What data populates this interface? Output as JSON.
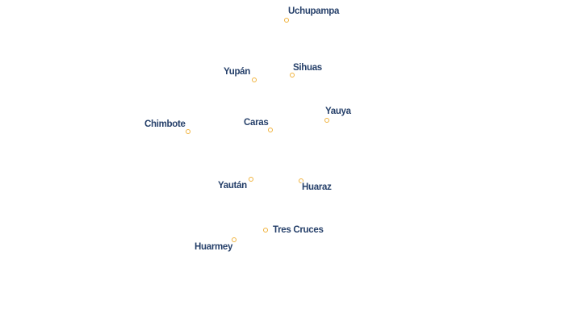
{
  "map": {
    "marker_color": "#f0b23c",
    "label_color": "#26406a",
    "places": {
      "uchupampa": "Uchupampa",
      "yupan": "Yupán",
      "sihuas": "Sihuas",
      "chimbote": "Chimbote",
      "caras": "Caras",
      "yauya": "Yauya",
      "yautan": "Yaután",
      "huaraz": "Huaraz",
      "tres_cruces": "Tres Cruces",
      "huarmey": "Huarmey"
    }
  }
}
